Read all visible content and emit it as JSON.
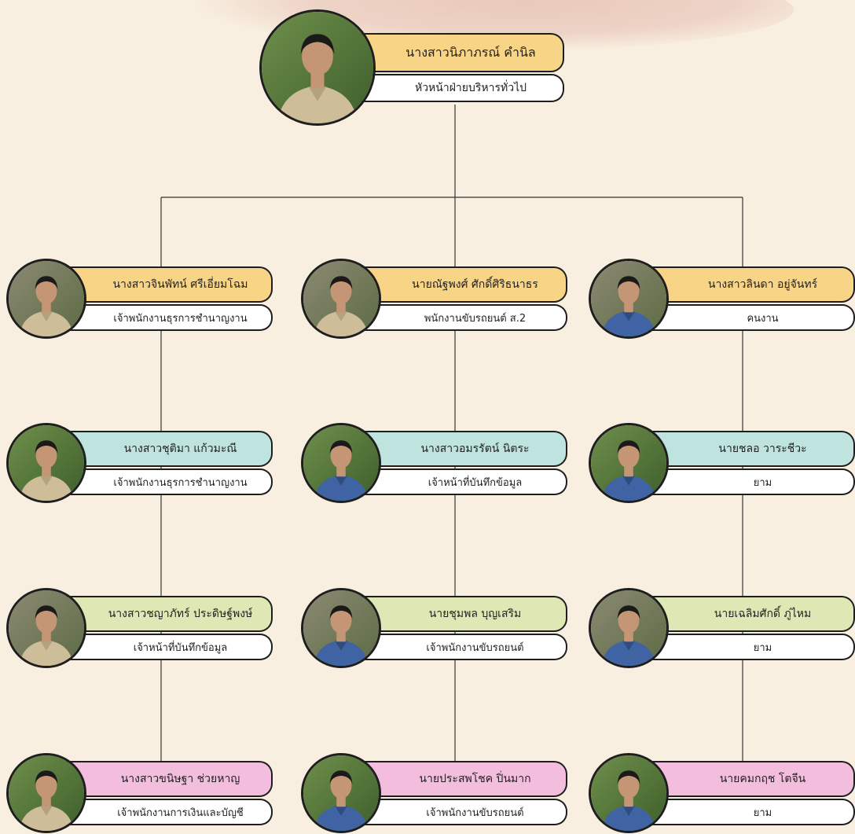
{
  "colors": {
    "background": "#f9efe0",
    "line": "#333333",
    "row_head": "#f7d486",
    "row_2": "#bfe3df",
    "row_3": "#dfe8b4",
    "row_4": "#f3bedd"
  },
  "head": {
    "name": "นางสาวนิภาภรณ์ คำนิล",
    "role": "หัวหน้าฝ่ายบริหารทั่วไป",
    "shirt": "khaki"
  },
  "columns": [
    [
      {
        "name": "นางสาวจินพัทน์ ศรีเอี่ยมโฉม",
        "role": "เจ้าพนักงานธุรการชำนาญงาน",
        "shirt": "khaki"
      },
      {
        "name": "นางสาวชุติมา แก้วมะณี",
        "role": "เจ้าพนักงานธุรการชำนาญงาน",
        "shirt": "khaki"
      },
      {
        "name": "นางสาวชญาภัทร์ ประดิษฐ์พงษ์",
        "role": "เจ้าหน้าที่บันทึกข้อมูล",
        "shirt": "khaki"
      },
      {
        "name": "นางสาวขนิษฐา ช่วยหาญ",
        "role": "เจ้าพนักงานการเงินและบัญชี",
        "shirt": "khaki"
      }
    ],
    [
      {
        "name": "นายณัฐพงศ์ ศักดิ์ศิริธนาธร",
        "role": "พนักงานขับรถยนต์ ส.2",
        "shirt": "khaki"
      },
      {
        "name": "นางสาวอมรรัตน์ นิตระ",
        "role": "เจ้าหน้าที่บันทึกข้อมูล",
        "shirt": "blue"
      },
      {
        "name": "นายชุมพล บุญเสริม",
        "role": "เจ้าพนักงานขับรถยนต์",
        "shirt": "blue"
      },
      {
        "name": "นายประสพโชค ปิ่นมาก",
        "role": "เจ้าพนักงานขับรถยนต์",
        "shirt": "blue"
      }
    ],
    [
      {
        "name": "นางสาวลินดา อยู่จันทร์",
        "role": "คนงาน",
        "shirt": "blue"
      },
      {
        "name": "นายชลอ วาระชีวะ",
        "role": "ยาม",
        "shirt": "blue"
      },
      {
        "name": "นายเฉลิมศักดิ์ ภู่ไหม",
        "role": "ยาม",
        "shirt": "blue"
      },
      {
        "name": "นายคมกฤช โตจีน",
        "role": "ยาม",
        "shirt": "blue"
      }
    ]
  ]
}
